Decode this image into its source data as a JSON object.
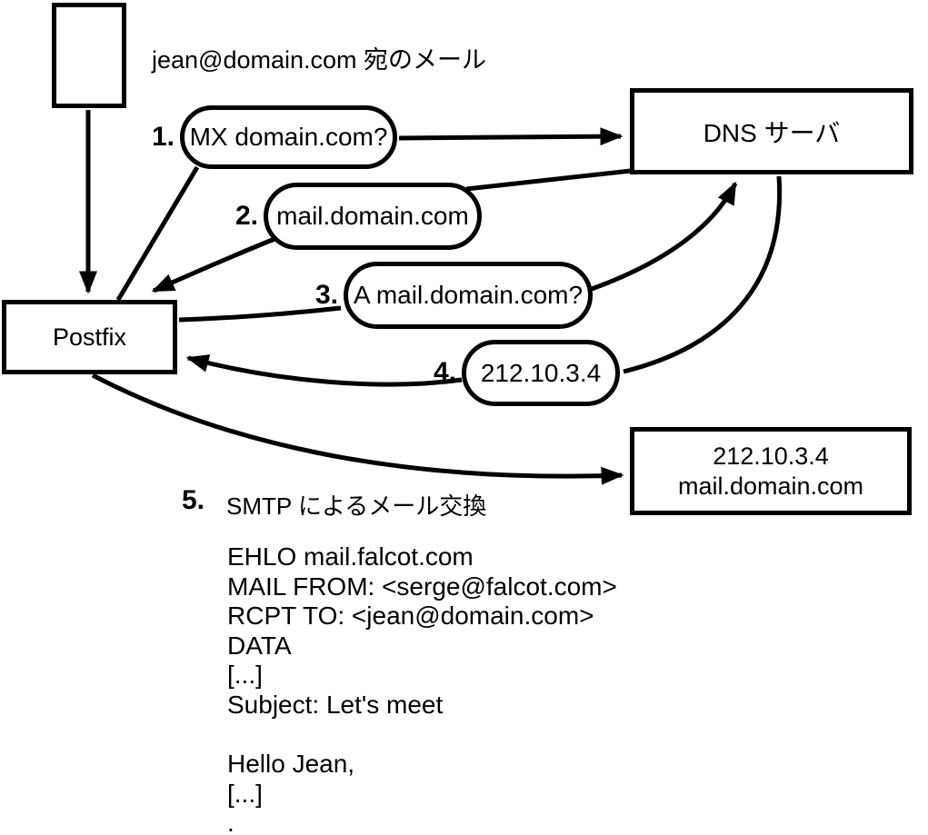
{
  "note": "jean@domain.com 宛のメール",
  "nodes": {
    "postfix": "Postfix",
    "dns": "DNS サーバ",
    "mail_server": {
      "line1": "212.10.3.4",
      "line2": "mail.domain.com"
    }
  },
  "steps": [
    {
      "num": "1.",
      "label": "MX domain.com?"
    },
    {
      "num": "2.",
      "label": "mail.domain.com"
    },
    {
      "num": "3.",
      "label": "A mail.domain.com?"
    },
    {
      "num": "4.",
      "label": "212.10.3.4"
    },
    {
      "num": "5.",
      "label": "SMTP によるメール交換"
    }
  ],
  "smtp_session": [
    "EHLO mail.falcot.com",
    "MAIL FROM: <serge@falcot.com>",
    "RCPT TO: <jean@domain.com>",
    "DATA",
    "[...]",
    "Subject: Let's meet",
    "",
    "Hello Jean,",
    "[...]",
    "."
  ],
  "colors": {
    "stroke": "#000000",
    "background": "#ffffff"
  }
}
